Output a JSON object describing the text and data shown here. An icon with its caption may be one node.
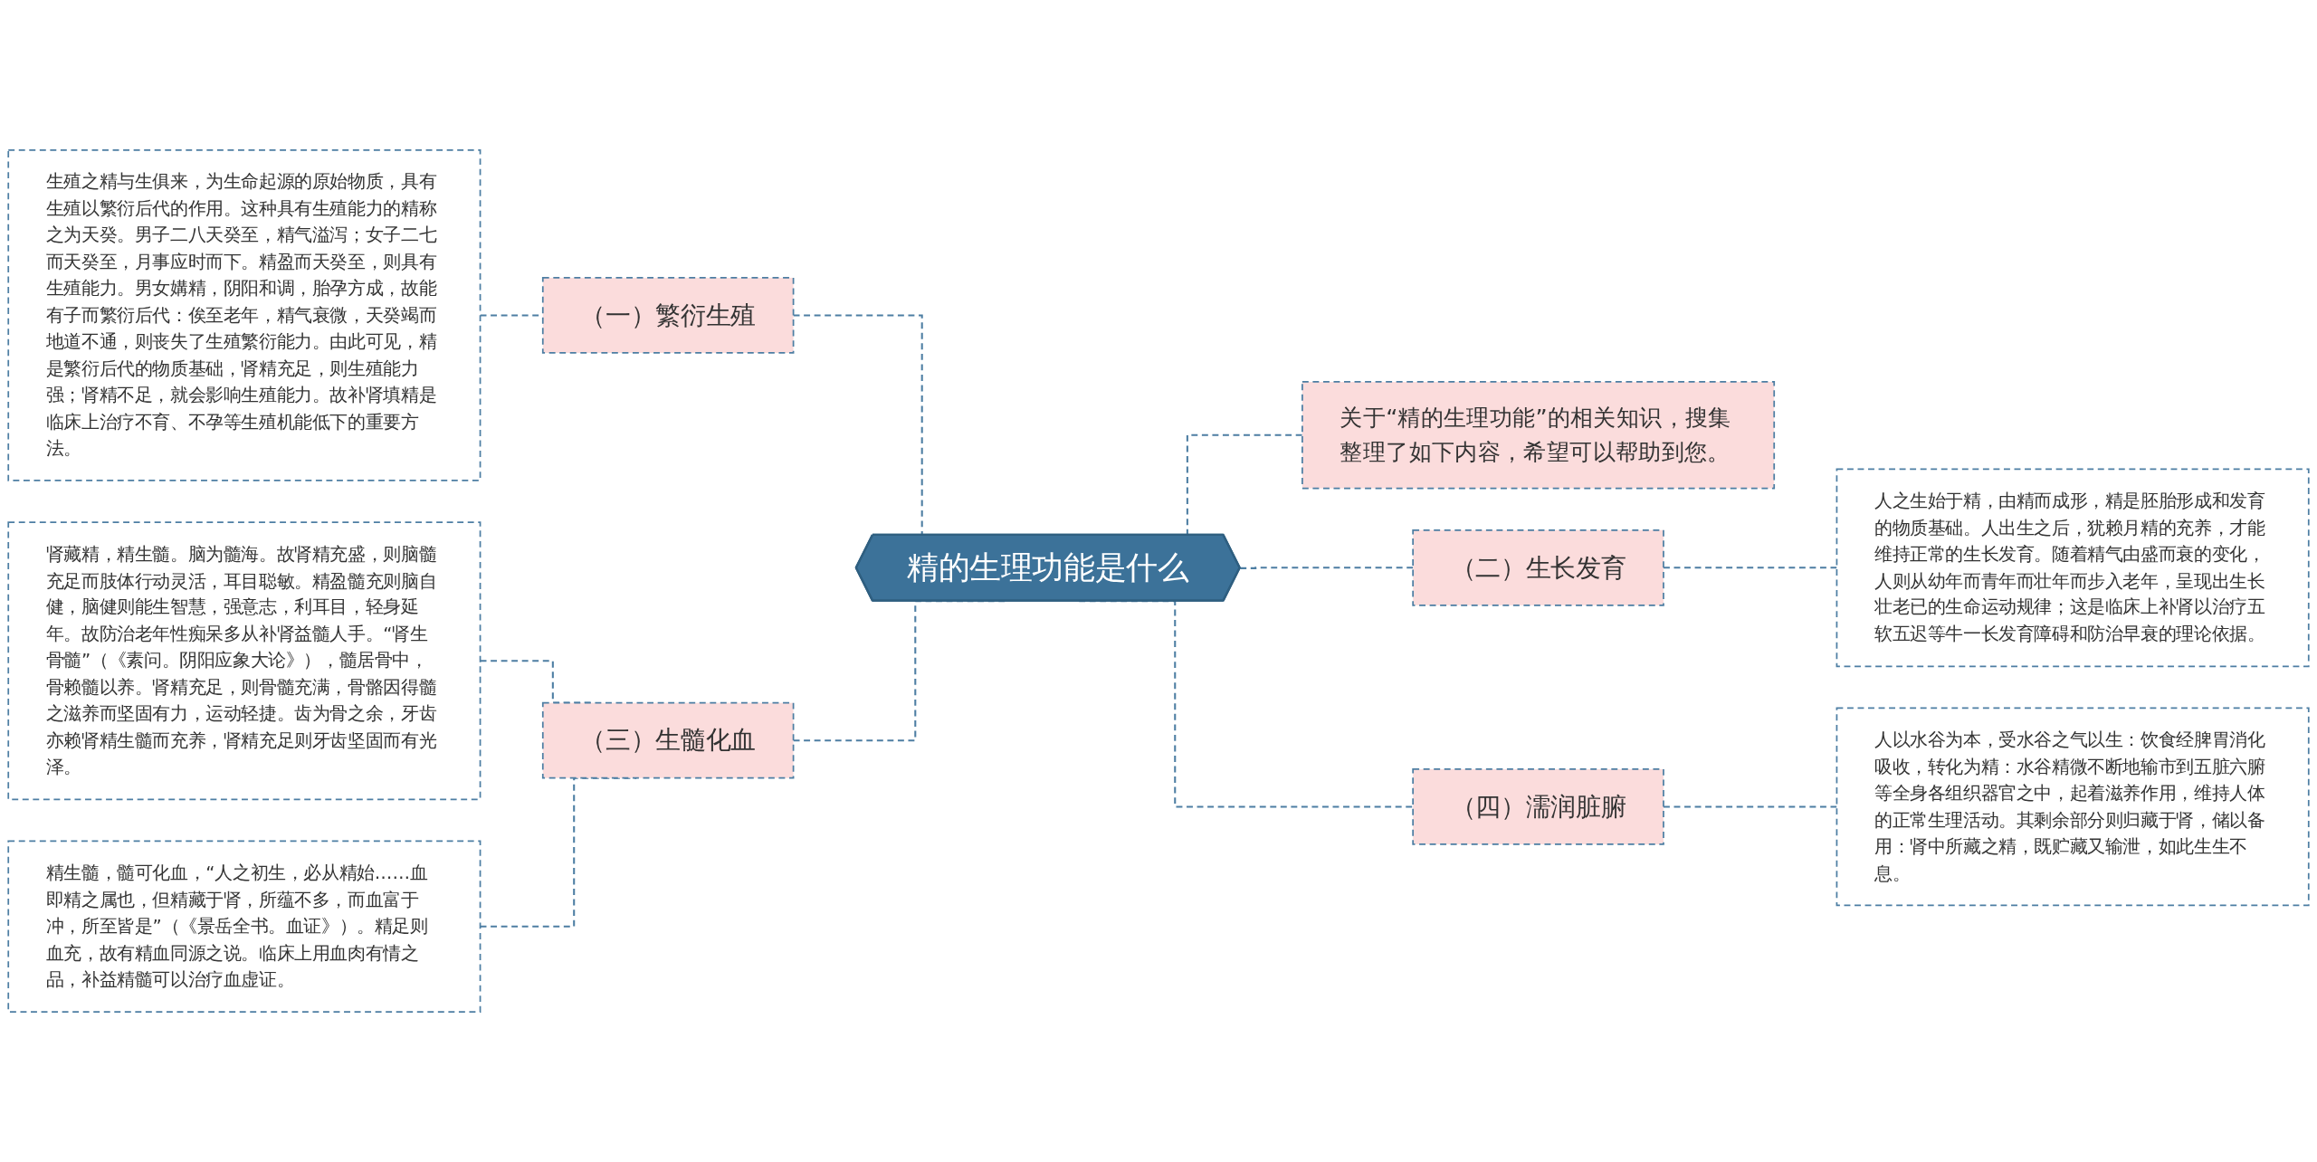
{
  "diagram": {
    "nodes": [
      {
        "text": [
          "精的生理功能是什么"
        ]
      },
      {
        "text": [
          "关于“精的生理功能”的相关知识，搜集整理了如下内容，希望可以帮助到您。"
        ]
      },
      {
        "text": [
          "（一）繁衍生殖"
        ]
      },
      {
        "text": [
          "生殖之精与生俱来，为生命起源的原始物质，具有生殖以繁衍后代的作用。这种具有生殖能力的精称之为天癸。男子二八天癸至，精气溢泻；女子二七而天癸至，月事应时而下。精盈而天癸至，则具有生殖能力。男女媾精，阴阳和调，胎孕方成，故能有子而繁衍后代：俟至老年，精气衰微，天癸竭而地道不通，则丧失了生殖繁衍能力。由此可见，精是繁衍后代的物质基础，肾精充足，则生殖能力强；肾精不足，就会影响生殖能力。故补肾填精是临床上治疗不育、不孕等生殖机能低下的重要方法。"
        ]
      },
      {
        "text": [
          "（二）生长发育"
        ]
      },
      {
        "text": [
          "人之生始于精，由精而成形，精是胚胎形成和发育的物质基础。人出生之后，犹赖月精的充养，才能维持正常的生长发育。随着精气由盛而衰的变化，人则从幼年而青年而壮年而步入老年，呈现出生长壮老已的生命运动规律；这是临床上补肾以治疗五软五迟等牛一长发育障碍和防治早衰的理论依据。"
        ]
      },
      {
        "text": [
          "（三）生髓化血"
        ]
      },
      {
        "text": [
          "肾藏精，精生髓。脑为髓海。故肾精充盛，则脑髓充足而肢体行动灵活，耳目聪敏。精盈髓充则脑自健，脑健则能生智慧，强意志，利耳目，轻身延年。故防治老年性痴呆多从补肾益髓人手。“肾生骨髓”（《素问。阴阳应象大论》），髓居骨中，骨赖髓以养。肾精充足，则骨髓充满，骨骼因得髓之滋养而坚固有力，运动轻捷。齿为骨之余，牙齿亦赖肾精生髓而充养，肾精充足则牙齿坚固而有光泽。"
        ]
      },
      {
        "text": [
          "精生髓，髓可化血，“人之初生，必从精始……血即精之属也，但精藏于肾，所蕴不多，而血富于冲，所至皆是”（《景岳全书。血证》）。精足则血充，故有精血同源之说。临床上用血肉有情之品，补益精髓可以治疗血虚证。"
        ]
      },
      {
        "text": [
          "（四）濡润脏腑"
        ]
      },
      {
        "text": [
          "人以水谷为本，受水谷之气以生：饮食经脾胃消化吸收，转化为精：水谷精微不断地输市到五脏六腑等全身各组织器官之中，起着滋养作用，维持人体的正常生理活动。其剩余部分则归藏于肾，储以备用：肾中所藏之精，既贮藏又输泄，如此生生不息。"
        ]
      }
    ],
    "edges": [
      {
        "from": 0,
        "to": 1,
        "arrow": "none",
        "style": "dashed"
      },
      {
        "from": 2,
        "to": 0,
        "arrow": "none",
        "style": "dashed"
      },
      {
        "from": 3,
        "to": 2,
        "arrow": "none",
        "style": "dashed"
      },
      {
        "from": 0,
        "to": 4,
        "arrow": "none",
        "style": "dashed"
      },
      {
        "from": 4,
        "to": 5,
        "arrow": "none",
        "style": "dashed"
      },
      {
        "from": 6,
        "to": 0,
        "arrow": "none",
        "style": "dashed"
      },
      {
        "from": 7,
        "to": 6,
        "arrow": "none",
        "style": "dashed"
      },
      {
        "from": 8,
        "to": 6,
        "arrow": "none",
        "style": "dashed"
      },
      {
        "from": 0,
        "to": 9,
        "arrow": "none",
        "style": "dashed"
      },
      {
        "from": 9,
        "to": 10,
        "arrow": "none",
        "style": "dashed"
      }
    ]
  }
}
